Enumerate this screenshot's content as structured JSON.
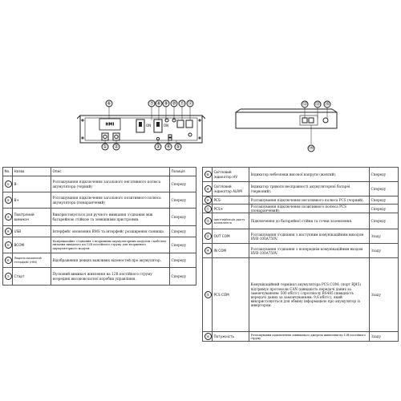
{
  "front_diagram": {
    "display_label": "HMI",
    "on_labels": [
      "ON",
      "ON"
    ],
    "callouts": [
      "⑥",
      "⑦",
      "⑧",
      "⑨",
      "⑩",
      "⑪",
      "⑫",
      "①",
      "②",
      "③",
      "④",
      "⑤"
    ]
  },
  "rear_diagram": {
    "callouts": [
      "⑬",
      "⑭",
      "⑮",
      "⑯"
    ]
  },
  "left_table": {
    "headers": [
      "No.",
      "Назва",
      "Опис",
      "Позиція"
    ],
    "rows": [
      {
        "no": "①",
        "name": "B-",
        "desc": "Розташування підключення загального негативного полюса акумулятора (чорний)",
        "pos": "Спереду"
      },
      {
        "no": "②",
        "name": "B+",
        "desc": "Розташування підключення загального позитивного полюса акумулятора (помаранчевий)",
        "pos": "Спереду"
      },
      {
        "no": "③",
        "name": "Повітряний вимикач",
        "desc": "Використовується для ручного вмикання з'єднання між батарейною стійкою та зовнішніми пристроями.",
        "pos": "Спереду"
      },
      {
        "no": "④",
        "name": "USB",
        "desc": "Інтерфейс оновлення BMS та інтерфейс розширення сховища.",
        "pos": "Спереду"
      },
      {
        "no": "⑤",
        "name": "BCOM",
        "desc": "Комунікаційне з'єднання з вторинним акумуляторним модулем і кабелем питання вихідного на 12В постійного струму для вторинного акумуляторного модуля.",
        "pos": "Спереду"
      },
      {
        "no": "⑥",
        "name": "Людино-машинний інтерфейс (HMI)",
        "desc": "Відображення деяких важливих відомостей про акумулятор.",
        "pos": "Спереду"
      },
      {
        "no": "⑦",
        "name": "Старт",
        "desc": "Пусковий вимикач живлення на 12В постійного струму всередині високовольтної коробки управління.",
        "pos": "Спереду"
      }
    ]
  },
  "right_table": {
    "rows": [
      {
        "no": "⑧",
        "name": "Світловий індикатор HV",
        "desc": "Індикатор небезпеки високої напруги (жовтий).",
        "pos": "Спереду"
      },
      {
        "no": "⑨",
        "name": "Світловий індикатор ALRM",
        "desc": "Індикатор тривоги несправності акумуляторної батареї (червоний).",
        "pos": "Спереду"
      },
      {
        "no": "⑩",
        "name": "PCS-",
        "desc": "Розташування підключення негативного полюса PCS (чорний).",
        "pos": "Спереду"
      },
      {
        "no": "⑪",
        "name": "PCS+",
        "desc": "Розташування підключення позитивного полюса PCS (помаранчевий).",
        "pos": "Спереду"
      },
      {
        "no": "⑫",
        "name": "Ідентифікація дроту заземлення",
        "desc": "Підключення до батарейної стійки та точки заземлення.",
        "pos": "Спереду"
      },
      {
        "no": "⑬",
        "name": "OUT COM",
        "desc": "Розташування з'єднання з наступним комунікаційним виходом HVB-100A750V.",
        "pos": "Ззаду"
      },
      {
        "no": "⑭",
        "name": "IN COM",
        "desc": "Розташування з'єднання з попереднім комунікаційним входом HVB-100A750V.",
        "pos": "Ззаду"
      },
      {
        "no": "⑮",
        "name": "PCS COM",
        "desc": "Комунікаційний термінал акумулятора PCS COM: (порт RJ45) підтримує протоколи CAN (швидкість передачі даних за замовчуванням: 500 кбіт/с) і протоколу RS485 (швидкість передачі даних за замовчуванням: 9,6 кбіт/с), який використовується для обміну інформацією про акумулятор із інвертором.",
        "pos": "Ззаду"
      },
      {
        "no": "⑯",
        "name": "Потужність",
        "desc": "Розташування підключення зовнішнього джерела живлення на 12В постійного струму",
        "pos": "Ззаду"
      }
    ]
  }
}
